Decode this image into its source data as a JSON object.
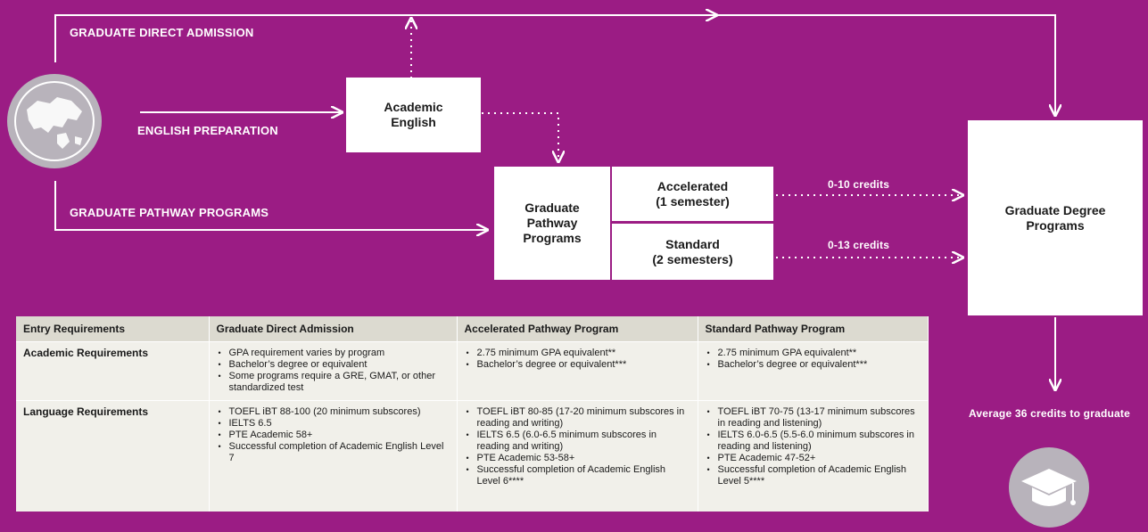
{
  "flow": {
    "direct_admission_label": "GRADUATE DIRECT ADMISSION",
    "english_prep_label": "ENGLISH PREPARATION",
    "pathway_label": "GRADUATE PATHWAY PROGRAMS",
    "academic_english": [
      "Academic",
      "English"
    ],
    "pathway_box": [
      "Graduate",
      "Pathway",
      "Programs"
    ],
    "accelerated": [
      "Accelerated",
      "(1 semester)"
    ],
    "standard": [
      "Standard",
      "(2 semesters)"
    ],
    "credits_accelerated": "0-10 credits",
    "credits_standard": "0-13 credits",
    "degree_box": [
      "Graduate Degree",
      "Programs"
    ],
    "avg_credits": "Average 36 credits to graduate",
    "globe_icon": "globe-icon",
    "grad_cap_icon": "graduation-cap-icon"
  },
  "table": {
    "headers": [
      "Entry Requirements",
      "Graduate Direct Admission",
      "Accelerated Pathway Program",
      "Standard Pathway Program"
    ],
    "rows": [
      {
        "label": "Academic Requirements",
        "cells": [
          [
            "GPA requirement varies by program",
            "Bachelor’s degree or equivalent",
            "Some programs require a GRE, GMAT, or other standardized test"
          ],
          [
            "2.75 minimum GPA equivalent**",
            "Bachelor’s degree or equivalent***"
          ],
          [
            "2.75 minimum GPA equivalent**",
            "Bachelor’s degree or equivalent***"
          ]
        ]
      },
      {
        "label": "Language Requirements",
        "cells": [
          [
            "TOEFL iBT 88-100 (20 minimum subscores)",
            "IELTS 6.5",
            "PTE Academic 58+",
            "Successful completion of Academic English Level 7"
          ],
          [
            "TOEFL iBT 80-85 (17-20 minimum subscores in reading and writing)",
            "IELTS 6.5 (6.0-6.5 minimum subscores in reading and writing)",
            "PTE Academic 53-58+",
            "Successful completion of Academic English Level 6****"
          ],
          [
            "TOEFL iBT 70-75 (13-17 minimum subscores in reading and listening)",
            "IELTS 6.0-6.5 (5.5-6.0 minimum subscores in reading and listening)",
            "PTE Academic 47-52+",
            "Successful completion of Academic English Level 5****"
          ]
        ]
      }
    ]
  },
  "colors": {
    "background": "#9b1c84",
    "box": "#ffffff",
    "table_header": "#dcdad0",
    "table_body": "#f1f0ea",
    "icon": "#b8b3bb"
  }
}
